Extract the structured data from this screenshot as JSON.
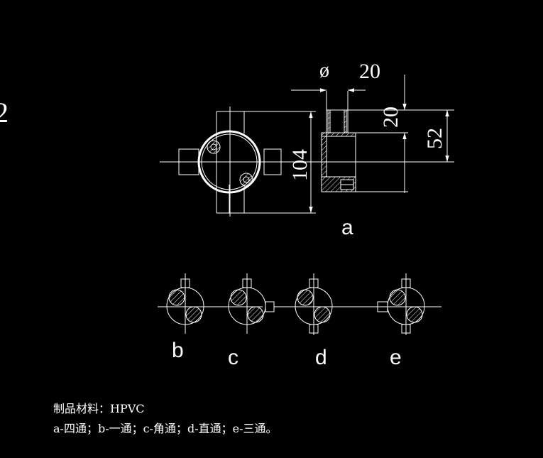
{
  "sheet_number": "2",
  "part_labels": {
    "a": "a",
    "b": "b",
    "c": "c",
    "d": "d",
    "e": "e"
  },
  "dimensions": {
    "diameter_symbol": "ø",
    "diameter_value": "20",
    "socket_depth": "20",
    "half_height": "52",
    "overall_height": "104"
  },
  "notes": {
    "material": "制品材料：HPVC",
    "legend": "a-四通；b-一通；c-角通；d-直通；e-三通。"
  },
  "colors": {
    "background": "#000000",
    "lines": "#ffffff"
  }
}
